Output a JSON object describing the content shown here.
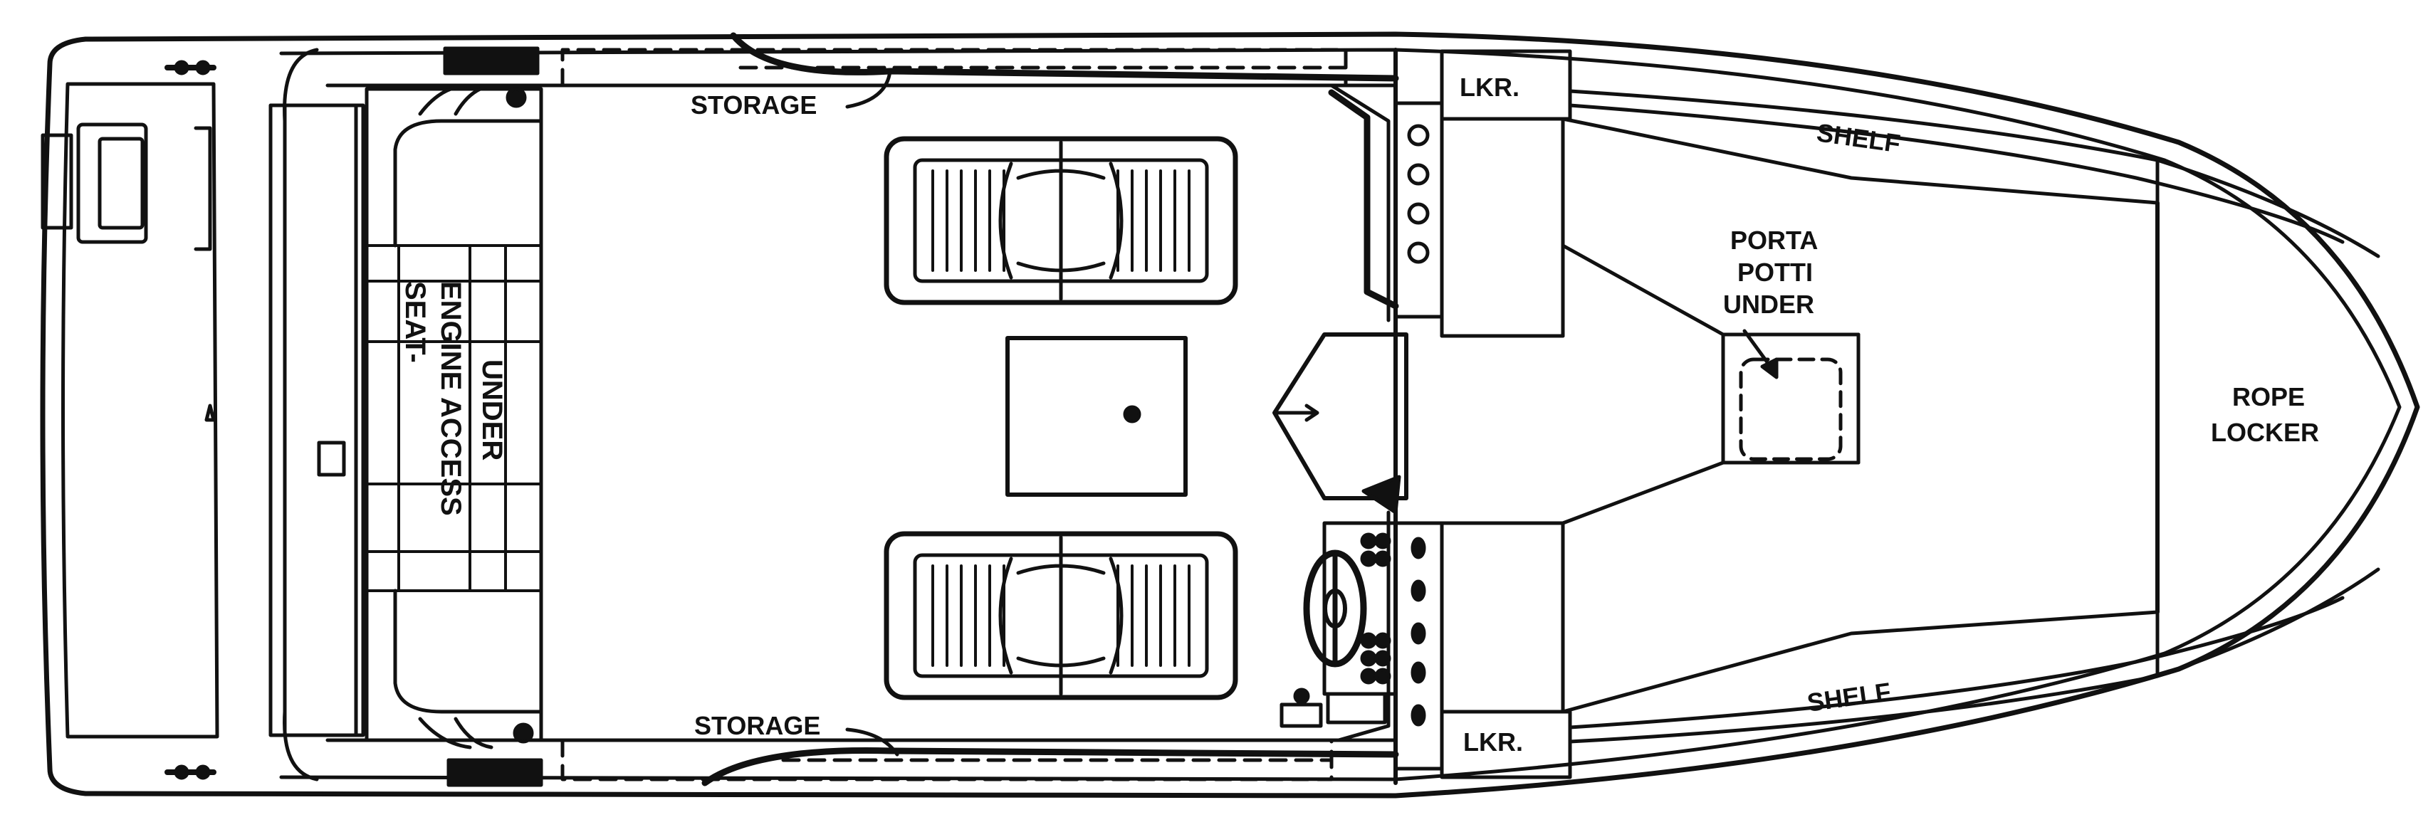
{
  "labels": {
    "storage_top": "STORAGE",
    "storage_bottom": "STORAGE",
    "locker_top": "LKR.",
    "locker_bottom": "LKR.",
    "shelf_top": "SHELF",
    "shelf_bottom": "SHELF",
    "porta_potti_line1": "PORTA",
    "porta_potti_line2": "POTTI",
    "porta_potti_line3": "UNDER",
    "rope_locker_line1": "ROPE",
    "rope_locker_line2": "LOCKER",
    "seat_line1": "SEAT-",
    "seat_line2": "ENGINE ACCESS",
    "seat_line3": "UNDER"
  },
  "colors": {
    "ink": "#111111",
    "paper": "#ffffff"
  }
}
